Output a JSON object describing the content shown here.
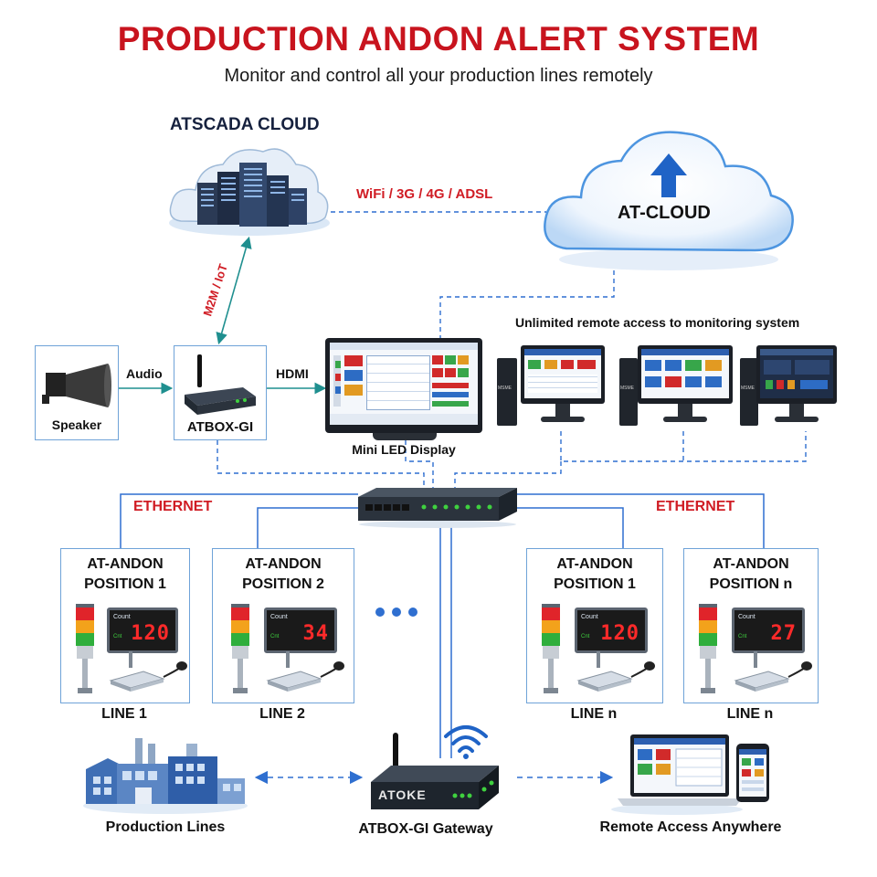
{
  "header": {
    "title": "PRODUCTION ANDON ALERT SYSTEM",
    "subtitle": "Monitor and control all your production lines remotely"
  },
  "cloud": {
    "atscada_label": "ATSCADA CLOUD",
    "link_label": "WiFi / 3G / 4G / ADSL",
    "at_cloud_label": "AT-CLOUD",
    "m2m_label": "M2M / IoT"
  },
  "middle": {
    "speaker_label": "Speaker",
    "audio_label": "Audio",
    "atbox_label": "ATBOX-GI",
    "hdmi_label": "HDMI",
    "display_label": "Mini LED Display",
    "remote_access_label": "Unlimited remote access to monitoring system"
  },
  "network": {
    "ethernet_left": "ETHERNET",
    "ethernet_right": "ETHERNET"
  },
  "positions": [
    {
      "title_1": "AT-ANDON",
      "title_2": "POSITION 1",
      "count": "120",
      "line": "LINE 1"
    },
    {
      "title_1": "AT-ANDON",
      "title_2": "POSITION 2",
      "count": "34",
      "line": "LINE 2"
    },
    {
      "title_1": "AT-ANDON",
      "title_2": "POSITION 1",
      "count": "120",
      "line": "LINE n"
    },
    {
      "title_1": "AT-ANDON",
      "title_2": "POSITION n",
      "count": "27",
      "line": "LINE n"
    }
  ],
  "lcd_text": {
    "count_label": "Count",
    "sub_label": "Cnt"
  },
  "bottom": {
    "production_label": "Production Lines",
    "gateway_device_text": "ATOKE",
    "gateway_label": "ATBOX-GI Gateway",
    "remote_label": "Remote Access Anywhere"
  },
  "monitor_brand": "MSME",
  "colors": {
    "title_red": "#c8141e",
    "link_blue": "#2f6fd0",
    "box_border": "#6fa3d8",
    "tower_red": "#e0242a",
    "tower_amber": "#f3a21b",
    "tower_green": "#2fae3c"
  },
  "icons": [
    "server-cloud-icon",
    "upload-cloud-icon",
    "speaker-icon",
    "router-icon",
    "monitor-icon",
    "desktop-pc-icon",
    "network-switch-icon",
    "andon-tower-icon",
    "factory-icon",
    "wifi-icon",
    "laptop-icon",
    "phone-icon"
  ]
}
